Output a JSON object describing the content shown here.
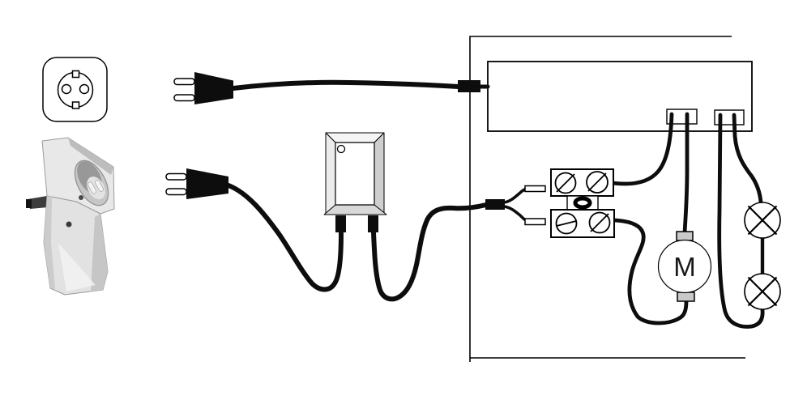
{
  "diagram": {
    "motor_label": "M",
    "colors": {
      "line": "#000000",
      "background": "#ffffff",
      "cord": "#0d0d0d",
      "device_light": "#ebebeb",
      "device_mid": "#cdcdcd",
      "device_dark": "#999999",
      "terminal_grey": "#c9c9c9",
      "recess_dark": "#969696"
    },
    "icons": [
      "schuko-wall-socket-icon",
      "plug-through-adapter-icon",
      "europlug-icon",
      "power-cord",
      "cable-gland",
      "control-box-icon",
      "indicator-led-icon",
      "appliance-enclosure-outline",
      "terminal-strip-box",
      "connector-tab",
      "screw-terminal-block-icon",
      "bridge-link-icon",
      "wire-ferrule",
      "motor-icon",
      "lamp-icon"
    ]
  }
}
